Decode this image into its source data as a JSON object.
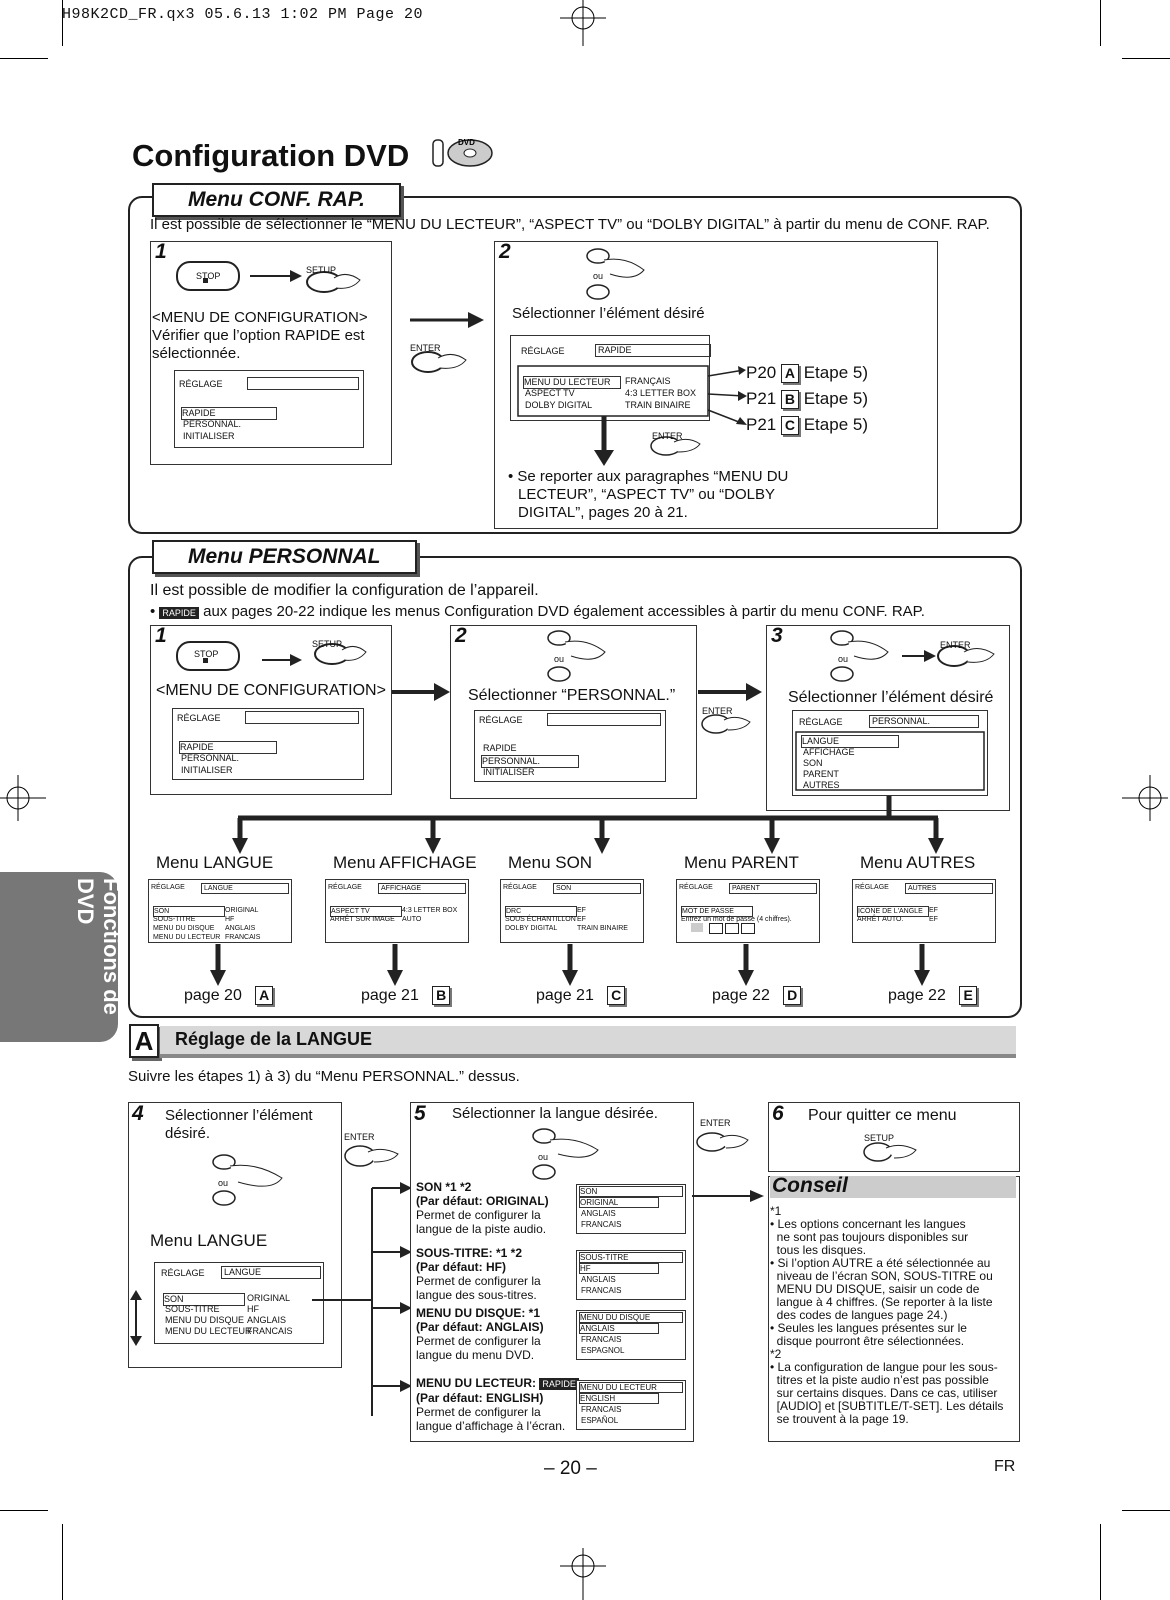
{
  "header": {
    "text": "H98K2CD_FR.qx3   05.6.13 1:02 PM   Page 20"
  },
  "title": "Configuration DVD",
  "dvd_badge": "DVD",
  "rapide_menu": {
    "tab": "Menu CONF. RAP.",
    "intro": "Il est possible de sélectionner le “MENU DU LECTEUR”, “ASPECT TV” ou “DOLBY DIGITAL” à partir du menu de CONF. RAP.",
    "step1": {
      "num": "1",
      "stop": "STOP",
      "setup": "SETUP",
      "text1": "<MENU DE CONFIGURATION>",
      "text2": "Vérifier que l’option RAPIDE est",
      "text3": "sélectionnée.",
      "screen": {
        "label": "RÉGLAGE",
        "items": [
          "RAPIDE",
          "PERSONNAL.",
          "INITIALISER"
        ]
      }
    },
    "enter": "ENTER",
    "step2": {
      "num": "2",
      "ou": "ou",
      "text": "Sélectionner l’élément désiré",
      "screen": {
        "label": "RÉGLAGE",
        "field": "RAPIDE",
        "rows": [
          [
            "MENU DU LECTEUR",
            "FRANÇAIS"
          ],
          [
            "ASPECT TV",
            "4:3 LETTER BOX"
          ],
          [
            "DOLBY DIGITAL",
            "TRAIN BINAIRE"
          ]
        ]
      },
      "enter": "ENTER",
      "refs": [
        {
          "page": "P20",
          "letter": "A",
          "step": "Etape 5)"
        },
        {
          "page": "P21",
          "letter": "B",
          "step": "Etape 5)"
        },
        {
          "page": "P21",
          "letter": "C",
          "step": "Etape 5)"
        }
      ],
      "note1": "• Se reporter aux paragraphes “MENU DU",
      "note2": "LECTEUR”, “ASPECT TV” ou “DOLBY",
      "note3": "DIGITAL”, pages 20 à 21."
    }
  },
  "perso_menu": {
    "tab": "Menu PERSONNAL",
    "intro1": "Il est possible de modifier la configuration de l’appareil.",
    "rapide_badge": "RAPIDE",
    "intro2": "aux pages 20-22 indique les menus Configuration DVD également accessibles à partir du menu CONF. RAP.",
    "step1": {
      "num": "1",
      "stop": "STOP",
      "setup": "SETUP",
      "text": "<MENU DE CONFIGURATION>",
      "screen": {
        "label": "RÉGLAGE",
        "items": [
          "RAPIDE",
          "PERSONNAL.",
          "INITIALISER"
        ]
      }
    },
    "step2": {
      "num": "2",
      "ou": "ou",
      "text": "Sélectionner “PERSONNAL.”",
      "screen": {
        "label": "RÉGLAGE",
        "items": [
          "RAPIDE",
          "PERSONNAL.",
          "INITIALISER"
        ]
      }
    },
    "enter": "ENTER",
    "step3": {
      "num": "3",
      "ou": "ou",
      "enter": "ENTER",
      "text": "Sélectionner l’élément désiré",
      "screen": {
        "label": "RÉGLAGE",
        "field": "PERSONNAL.",
        "items": [
          "LANGUE",
          "AFFICHAGE",
          "SON",
          "PARENT",
          "AUTRES"
        ]
      }
    },
    "submenus": [
      {
        "title": "Menu LANGUE",
        "label": "RÉGLAGE",
        "field": "LANGUE",
        "rows": [
          [
            "SON",
            "ORIGINAL"
          ],
          [
            "SOUS-TITRE",
            "HF"
          ],
          [
            "MENU DU DISQUE",
            "ANGLAIS"
          ],
          [
            "MENU DU LECTEUR",
            "FRANCAIS"
          ]
        ],
        "page": "page 20",
        "letter": "A"
      },
      {
        "title": "Menu AFFICHAGE",
        "label": "RÉGLAGE",
        "field": "AFFICHAGE",
        "rows": [
          [
            "ASPECT TV",
            "4:3 LETTER BOX"
          ],
          [
            "ARRÊT SUR IMAGE",
            "AUTO"
          ]
        ],
        "page": "page 21",
        "letter": "B"
      },
      {
        "title": "Menu SON",
        "label": "RÉGLAGE",
        "field": "SON",
        "rows": [
          [
            "DRC",
            "EF"
          ],
          [
            "SOUS ÉCHANTILLON",
            "EF"
          ],
          [
            "DOLBY DIGITAL",
            "TRAIN BINAIRE"
          ]
        ],
        "page": "page 21",
        "letter": "C"
      },
      {
        "title": "Menu PARENT",
        "label": "RÉGLAGE",
        "field": "PARENT",
        "rows": [
          [
            "MOT DE PASSE",
            ""
          ],
          [
            "Entrez un mot de passe (4 chiffres).",
            ""
          ]
        ],
        "page": "page 22",
        "letter": "D"
      },
      {
        "title": "Menu AUTRES",
        "label": "RÉGLAGE",
        "field": "AUTRES",
        "rows": [
          [
            "ICÔNE DE L'ANGLE",
            "EF"
          ],
          [
            "ARRÊT AUTO.",
            "EF"
          ]
        ],
        "page": "page 22",
        "letter": "E"
      }
    ]
  },
  "side_tab": "Fonctions de DVD",
  "section_a": {
    "letter": "A",
    "title": "Réglage de la LANGUE",
    "intro": "Suivre les étapes 1) à 3) du “Menu PERSONNAL.” dessus.",
    "step4": {
      "num": "4",
      "text1": "Sélectionner l’élément",
      "text2": "désiré.",
      "enter": "ENTER",
      "ou": "ou",
      "menu_title": "Menu LANGUE",
      "screen": {
        "label": "RÉGLAGE",
        "field": "LANGUE",
        "rows": [
          [
            "SON",
            "ORIGINAL"
          ],
          [
            "SOUS-TITRE",
            "HF"
          ],
          [
            "MENU DU DISQUE",
            "ANGLAIS"
          ],
          [
            "MENU DU LECTEUR",
            "FRANCAIS"
          ]
        ]
      }
    },
    "step5": {
      "num": "5",
      "text": "Sélectionner la langue désirée.",
      "ou": "ou",
      "enter": "ENTER",
      "items": [
        {
          "head": "SON *1 *2",
          "default": "(Par défaut: ORIGINAL)",
          "desc1": "Permet de configurer la",
          "desc2": "langue de la piste audio.",
          "screen": [
            "SON",
            "ORIGINAL",
            "ANGLAIS",
            "FRANCAIS"
          ]
        },
        {
          "head": "SOUS-TITRE: *1 *2",
          "default": "(Par défaut: HF)",
          "desc1": "Permet de configurer la",
          "desc2": "langue des sous-titres.",
          "screen": [
            "SOUS-TITRE",
            "HF",
            "ANGLAIS",
            "FRANCAIS"
          ]
        },
        {
          "head": "MENU DU DISQUE: *1",
          "default": "(Par défaut: ANGLAIS)",
          "desc1": "Permet de configurer la",
          "desc2": "langue du menu DVD.",
          "screen": [
            "MENU DU DISQUE",
            "ANGLAIS",
            "FRANCAIS",
            "ESPAGNOL"
          ]
        },
        {
          "head": "MENU DU LECTEUR:",
          "badge": "RAPIDE",
          "default": "(Par défaut: ENGLISH)",
          "desc1": "Permet de configurer la",
          "desc2": "langue d’affichage à l’écran.",
          "screen": [
            "MENU DU LECTEUR",
            "ENGLISH",
            "FRANCAIS",
            "ESPAÑOL"
          ]
        }
      ]
    },
    "step6": {
      "num": "6",
      "text": "Pour quitter ce menu",
      "setup": "SETUP"
    },
    "conseil": {
      "title": "Conseil",
      "lines": [
        "*1",
        "• Les options concernant les langues",
        "  ne sont pas toujours disponibles sur",
        "  tous les disques.",
        "• Si l’option AUTRE a été sélectionnée au",
        "  niveau de l’écran SON, SOUS-TITRE ou",
        "  MENU DU DISQUE, saisir un code de",
        "  langue à 4 chiffres. (Se reporter à la liste",
        "  des codes de langues page 24.)",
        "• Seules les langues présentes sur le",
        "  disque pourront être sélectionnées.",
        "*2",
        "• La configuration de langue pour les sous-",
        "  titres et la piste audio n’est pas possible",
        "  sur certains disques. Dans ce cas, utiliser",
        "  [AUDIO] et [SUBTITLE/T-SET]. Les détails",
        "  se trouvent à la page 19."
      ]
    }
  },
  "footer": {
    "page": "– 20 –",
    "lang": "FR"
  }
}
